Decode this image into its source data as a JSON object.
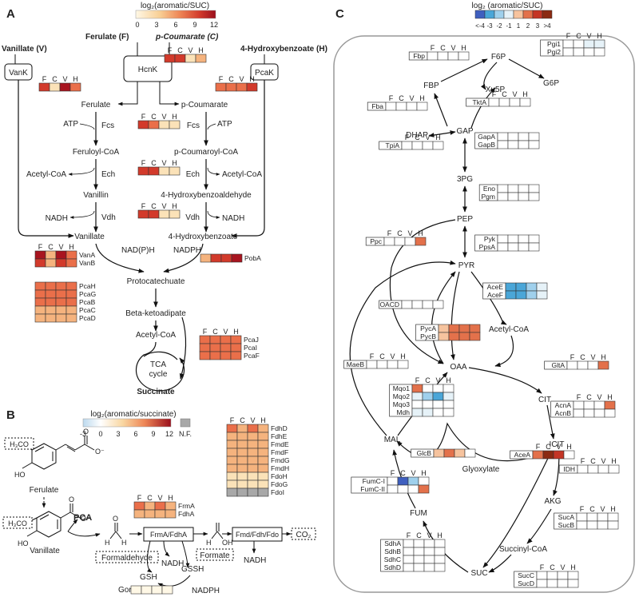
{
  "panels": {
    "a": "A",
    "b": "B",
    "c": "C"
  },
  "columns": [
    "F",
    "C",
    "V",
    "H"
  ],
  "colors": {
    "red_scale": [
      "#fff8e6",
      "#fbe2b8",
      "#f5b37e",
      "#ea6f4a",
      "#d23a2b",
      "#a8141f"
    ],
    "blue_red_scale": [
      "#3f5fbf",
      "#4aa6d8",
      "#9fd0ec",
      "#e6f2f8",
      "#ffffff",
      "#f6c39e",
      "#e3714b",
      "#c43525",
      "#8b2a12"
    ],
    "nf": "#a8a8a8"
  },
  "panel_a": {
    "legend_title": "log₂(aromatic/SUC)",
    "legend_ticks": [
      "0",
      "3",
      "6",
      "9",
      "12"
    ],
    "substrates": {
      "vanillate": "Vanillate (V)",
      "ferulate": "Ferulate (F)",
      "coumarate": "p-Coumarate (C)",
      "hydroxybenzoate": "4-Hydroxybenzoate (H)"
    },
    "transporters": {
      "vank": "VanK",
      "hcnk": "HcnK",
      "pcak": "PcaK"
    },
    "metabolites": {
      "ferulate": "Ferulate",
      "p_coumarate": "p-Coumarate",
      "feruloyl_coa": "Feruloyl-CoA",
      "p_coumaroyl_coa": "p-Coumaroyl-CoA",
      "acetyl_coa_left": "Acetyl-CoA",
      "acetyl_coa_right": "Acetyl-CoA",
      "vanillin": "Vanillin",
      "hydroxybenzaldehyde": "4-Hydroxybenzoaldehyde",
      "nadh_left": "NADH",
      "nadh_right": "NADH",
      "vanillate": "Vanillate",
      "hydroxybenzoate": "4-Hydroxybenzoate",
      "atp_left": "ATP",
      "atp_right": "ATP",
      "nadph_h": "NAD(P)H",
      "nadph": "NADPH",
      "protocatechuate": "Protocatechuate",
      "beta_ketoadipate": "Beta-ketoadipate",
      "acetyl_coa_tca": "Acetyl-CoA",
      "tca": "TCA",
      "cycle": "cycle",
      "succinate": "Succinate"
    },
    "enzymes": {
      "fcs_left": "Fcs",
      "fcs_right": "Fcs",
      "ech_left": "Ech",
      "ech_right": "Ech",
      "vdh_left": "Vdh",
      "vdh_right": "Vdh"
    },
    "heatmaps": [
      {
        "id": "vank",
        "rows": [
          {
            "label": "",
            "levels": [
              4,
              1,
              5,
              3
            ]
          }
        ]
      },
      {
        "id": "hcnk",
        "rows": [
          {
            "label": "",
            "levels": [
              4,
              4,
              1,
              2
            ]
          }
        ]
      },
      {
        "id": "pcak",
        "rows": [
          {
            "label": "",
            "levels": [
              3,
              3,
              3,
              4
            ]
          }
        ]
      },
      {
        "id": "fcs",
        "rows": [
          {
            "label": "",
            "levels": [
              4,
              3,
              1,
              1
            ]
          }
        ]
      },
      {
        "id": "ech",
        "rows": [
          {
            "label": "",
            "levels": [
              4,
              4,
              1,
              1
            ]
          }
        ]
      },
      {
        "id": "vdh",
        "rows": [
          {
            "label": "",
            "levels": [
              4,
              4,
              1,
              1
            ]
          }
        ]
      },
      {
        "id": "van",
        "rows": [
          {
            "label": "VanA",
            "levels": [
              5,
              2,
              5,
              3
            ]
          },
          {
            "label": "VanB",
            "levels": [
              4,
              2,
              4,
              3
            ]
          }
        ]
      },
      {
        "id": "pobA",
        "rows": [
          {
            "label": "PobA",
            "levels": [
              2,
              4,
              4,
              5
            ]
          }
        ]
      },
      {
        "id": "pca1",
        "rows": [
          {
            "label": "PcaH",
            "levels": [
              3,
              3,
              3,
              3
            ]
          },
          {
            "label": "PcaG",
            "levels": [
              3,
              3,
              3,
              3
            ]
          },
          {
            "label": "PcaB",
            "levels": [
              3,
              3,
              3,
              3
            ]
          },
          {
            "label": "PcaC",
            "levels": [
              2,
              2,
              2,
              2
            ]
          },
          {
            "label": "PcaD",
            "levels": [
              2,
              2,
              2,
              2
            ]
          }
        ]
      },
      {
        "id": "pca2",
        "rows": [
          {
            "label": "PcaJ",
            "levels": [
              3,
              3,
              3,
              3
            ]
          },
          {
            "label": "PcaI",
            "levels": [
              3,
              3,
              3,
              3
            ]
          },
          {
            "label": "PcaF",
            "levels": [
              3,
              3,
              3,
              3
            ]
          }
        ]
      }
    ]
  },
  "panel_b": {
    "legend_title": "log₂(aromatic/succinate)",
    "legend_ticks": [
      "-3",
      "0",
      "3",
      "6",
      "9",
      "12"
    ],
    "nf_label": "N.F.",
    "substrate_top": "Ferulate",
    "substrate_bottom": "Vanillate",
    "pca": "PCA",
    "h3co_top": "H₃CO",
    "h3co_bottom": "H₃CO",
    "ho_top": "HO",
    "ho_bottom": "HO",
    "o_minus_top": "O⁻",
    "o_minus_bottom": "O⁻",
    "o_labels": [
      "O",
      "O",
      "O"
    ],
    "h_labels": [
      "H",
      "H",
      "H",
      "OH"
    ],
    "formaldehyde": "Formaldehyde",
    "formate": "Formate",
    "frm_box": "FrmA/FdhA",
    "fmd_box": "Fmd/Fdh/Fdo",
    "co2": "CO₂",
    "nadh_1": "NADH",
    "nadh_2": "NADH",
    "gssh": "GSSH",
    "gsh": "GSH",
    "gor": "Gor",
    "nadph": "NADPH",
    "heatmaps": [
      {
        "id": "frm",
        "rows": [
          {
            "label": "FrmA",
            "levels": [
              3,
              2,
              3,
              2
            ]
          },
          {
            "label": "FdhA",
            "levels": [
              2,
              2,
              2,
              2
            ]
          }
        ]
      },
      {
        "id": "fdh",
        "rows": [
          {
            "label": "FdhD",
            "levels": [
              3,
              2,
              3,
              2
            ]
          },
          {
            "label": "FdhE",
            "levels": [
              2,
              2,
              2,
              2
            ]
          },
          {
            "label": "FmdE",
            "levels": [
              2,
              2,
              2,
              2
            ]
          },
          {
            "label": "FmdF",
            "levels": [
              2,
              2,
              2,
              2
            ]
          },
          {
            "label": "FmdG",
            "levels": [
              2,
              2,
              2,
              2
            ]
          },
          {
            "label": "FmdH",
            "levels": [
              2,
              2,
              2,
              2
            ]
          },
          {
            "label": "FdoH",
            "levels": [
              1,
              1,
              1,
              1
            ]
          },
          {
            "label": "FdoG",
            "levels": [
              1,
              1,
              1,
              1
            ]
          },
          {
            "label": "FdoI",
            "levels": [
              "nf",
              "nf",
              "nf",
              "nf"
            ]
          }
        ]
      },
      {
        "id": "gor",
        "rows": [
          {
            "label": "",
            "levels": [
              0,
              0,
              0,
              0
            ]
          }
        ]
      }
    ]
  },
  "panel_c": {
    "legend_title": "log₂ (aromatic/SUC)",
    "legend_ticks": [
      "<-4",
      "-3",
      "-2",
      "-1",
      "1",
      "2",
      "3",
      ">4"
    ],
    "metabolites": {
      "f6p": "F6P",
      "g6p": "G6P",
      "fbp": "FBP",
      "xu5p": "Xu5P",
      "dhap": "DHAP",
      "gap": "GAP",
      "pg3": "3PG",
      "pep": "PEP",
      "pyr": "PYR",
      "acetyl_coa": "Acetyl-CoA",
      "oaa": "OAA",
      "cit": "CIT",
      "icit": "ICIT",
      "mal": "MAL",
      "glyoxylate": "Glyoxylate",
      "fum": "FUM",
      "akg": "AKG",
      "succinyl_coa": "Succinyl-CoA",
      "suc": "SUC"
    },
    "heatmaps": [
      {
        "id": "fbp",
        "rows": [
          {
            "label": "Fbp",
            "levels": [
              4,
              4,
              4,
              4
            ]
          }
        ]
      },
      {
        "id": "pgi",
        "rows": [
          {
            "label": "Pgi1",
            "levels": [
              4,
              4,
              3,
              3
            ]
          },
          {
            "label": "Pgi2",
            "levels": [
              4,
              4,
              4,
              4
            ]
          }
        ]
      },
      {
        "id": "tkt",
        "rows": [
          {
            "label": "TktA",
            "levels": [
              4,
              4,
              4,
              4
            ]
          }
        ]
      },
      {
        "id": "fba",
        "rows": [
          {
            "label": "Fba",
            "levels": [
              4,
              4,
              4,
              4
            ]
          }
        ]
      },
      {
        "id": "tpi",
        "rows": [
          {
            "label": "TpiA",
            "levels": [
              4,
              4,
              4,
              4
            ]
          }
        ]
      },
      {
        "id": "gap",
        "rows": [
          {
            "label": "GapA",
            "levels": [
              4,
              4,
              4,
              4
            ]
          },
          {
            "label": "GapB",
            "levels": [
              4,
              4,
              4,
              4
            ]
          }
        ]
      },
      {
        "id": "eno",
        "rows": [
          {
            "label": "Eno",
            "levels": [
              4,
              4,
              4,
              4
            ]
          },
          {
            "label": "Pgm",
            "levels": [
              4,
              4,
              4,
              4
            ]
          }
        ]
      },
      {
        "id": "pyk",
        "rows": [
          {
            "label": "Pyk",
            "levels": [
              4,
              4,
              4,
              4
            ]
          },
          {
            "label": "PpsA",
            "levels": [
              4,
              4,
              4,
              4
            ]
          }
        ]
      },
      {
        "id": "ppc",
        "rows": [
          {
            "label": "Ppc",
            "levels": [
              4,
              4,
              4,
              6
            ]
          }
        ]
      },
      {
        "id": "ace",
        "rows": [
          {
            "label": "AceE",
            "levels": [
              1,
              1,
              2,
              3
            ]
          },
          {
            "label": "AceF",
            "levels": [
              1,
              1,
              2,
              3
            ]
          }
        ]
      },
      {
        "id": "oacd",
        "rows": [
          {
            "label": "OACD",
            "levels": [
              4,
              4,
              4,
              4
            ]
          }
        ]
      },
      {
        "id": "pyc",
        "rows": [
          {
            "label": "PycA",
            "levels": [
              5,
              6,
              6,
              6
            ]
          },
          {
            "label": "PycB",
            "levels": [
              5,
              6,
              6,
              6
            ]
          }
        ]
      },
      {
        "id": "maeb",
        "rows": [
          {
            "label": "MaeB",
            "levels": [
              4,
              4,
              4,
              4
            ]
          }
        ]
      },
      {
        "id": "glta",
        "rows": [
          {
            "label": "GltA",
            "levels": [
              4,
              4,
              4,
              6
            ]
          }
        ]
      },
      {
        "id": "mqo",
        "rows": [
          {
            "label": "Mqo1",
            "levels": [
              6,
              4,
              4,
              4
            ]
          },
          {
            "label": "Mqo2",
            "levels": [
              3,
              2,
              1,
              3
            ]
          },
          {
            "label": "Mqo3",
            "levels": [
              4,
              4,
              4,
              4
            ]
          },
          {
            "label": "Mdh",
            "levels": [
              3,
              3,
              4,
              4
            ]
          }
        ]
      },
      {
        "id": "acn",
        "rows": [
          {
            "label": "AcnA",
            "levels": [
              4,
              4,
              4,
              6
            ]
          },
          {
            "label": "AcnB",
            "levels": [
              4,
              4,
              4,
              4
            ]
          }
        ]
      },
      {
        "id": "glcb",
        "rows": [
          {
            "label": "GlcB",
            "levels": [
              5,
              6,
              5,
              4
            ]
          }
        ]
      },
      {
        "id": "acea",
        "rows": [
          {
            "label": "AceA",
            "levels": [
              6,
              8,
              7,
              4
            ]
          }
        ]
      },
      {
        "id": "idh",
        "rows": [
          {
            "label": "IDH",
            "levels": [
              4,
              4,
              4,
              4
            ]
          }
        ]
      },
      {
        "id": "fumc",
        "rows": [
          {
            "label": "FumC-I",
            "levels": [
              4,
              0,
              2,
              4
            ]
          },
          {
            "label": "FumC-II",
            "levels": [
              4,
              4,
              4,
              6
            ]
          }
        ]
      },
      {
        "id": "suca",
        "rows": [
          {
            "label": "SucA",
            "levels": [
              4,
              4,
              4,
              4
            ]
          },
          {
            "label": "SucB",
            "levels": [
              4,
              4,
              4,
              4
            ]
          }
        ]
      },
      {
        "id": "sdh",
        "rows": [
          {
            "label": "SdhA",
            "levels": [
              4,
              4,
              4,
              4
            ]
          },
          {
            "label": "SdhB",
            "levels": [
              4,
              4,
              4,
              4
            ]
          },
          {
            "label": "SdhC",
            "levels": [
              4,
              4,
              4,
              4
            ]
          },
          {
            "label": "SdhD",
            "levels": [
              4,
              4,
              4,
              4
            ]
          }
        ]
      },
      {
        "id": "succ",
        "rows": [
          {
            "label": "SucC",
            "levels": [
              4,
              4,
              4,
              4
            ]
          },
          {
            "label": "SucD",
            "levels": [
              4,
              4,
              4,
              4
            ]
          }
        ]
      }
    ]
  }
}
